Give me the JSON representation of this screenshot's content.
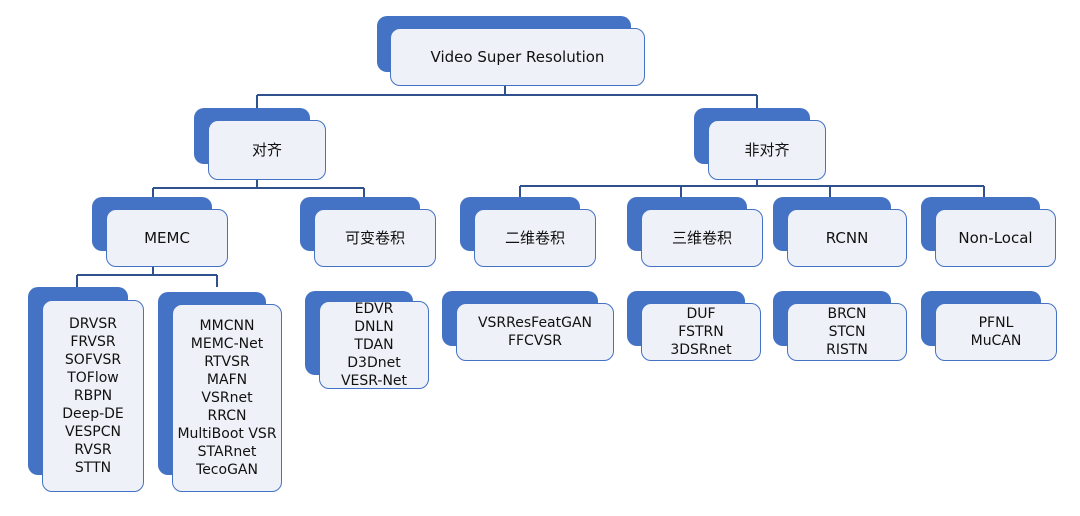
{
  "diagram": {
    "root": {
      "label": "Video Super Resolution"
    },
    "branches": [
      {
        "label": "对齐"
      },
      {
        "label": "非对齐"
      }
    ],
    "categories": [
      {
        "label": "MEMC"
      },
      {
        "label": "可变卷积"
      },
      {
        "label": "二维卷积"
      },
      {
        "label": "三维卷积"
      },
      {
        "label": "RCNN"
      },
      {
        "label": "Non-Local"
      }
    ],
    "method_lists": [
      {
        "methods": [
          "DRVSR",
          "FRVSR",
          "SOFVSR",
          "TOFlow",
          "RBPN",
          "Deep-DE",
          "VESPCN",
          "RVSR",
          "STTN"
        ]
      },
      {
        "methods": [
          "MMCNN",
          "MEMC-Net",
          "RTVSR",
          "MAFN",
          "VSRnet",
          "RRCN",
          "MultiBoot VSR",
          "STARnet",
          "TecoGAN"
        ]
      },
      {
        "methods": [
          "EDVR",
          "DNLN",
          "TDAN",
          "D3Dnet",
          "VESR-Net"
        ]
      },
      {
        "methods": [
          "VSRResFeatGAN",
          "FFCVSR"
        ]
      },
      {
        "methods": [
          "DUF",
          "FSTRN",
          "3DSRnet"
        ]
      },
      {
        "methods": [
          "BRCN",
          "STCN",
          "RISTN"
        ]
      },
      {
        "methods": [
          "PFNL",
          "MuCAN"
        ]
      }
    ],
    "colors": {
      "accent": "#4472c4",
      "box_fill": "#eef1f7",
      "connector": "#2f528f",
      "text": "#111111"
    }
  }
}
